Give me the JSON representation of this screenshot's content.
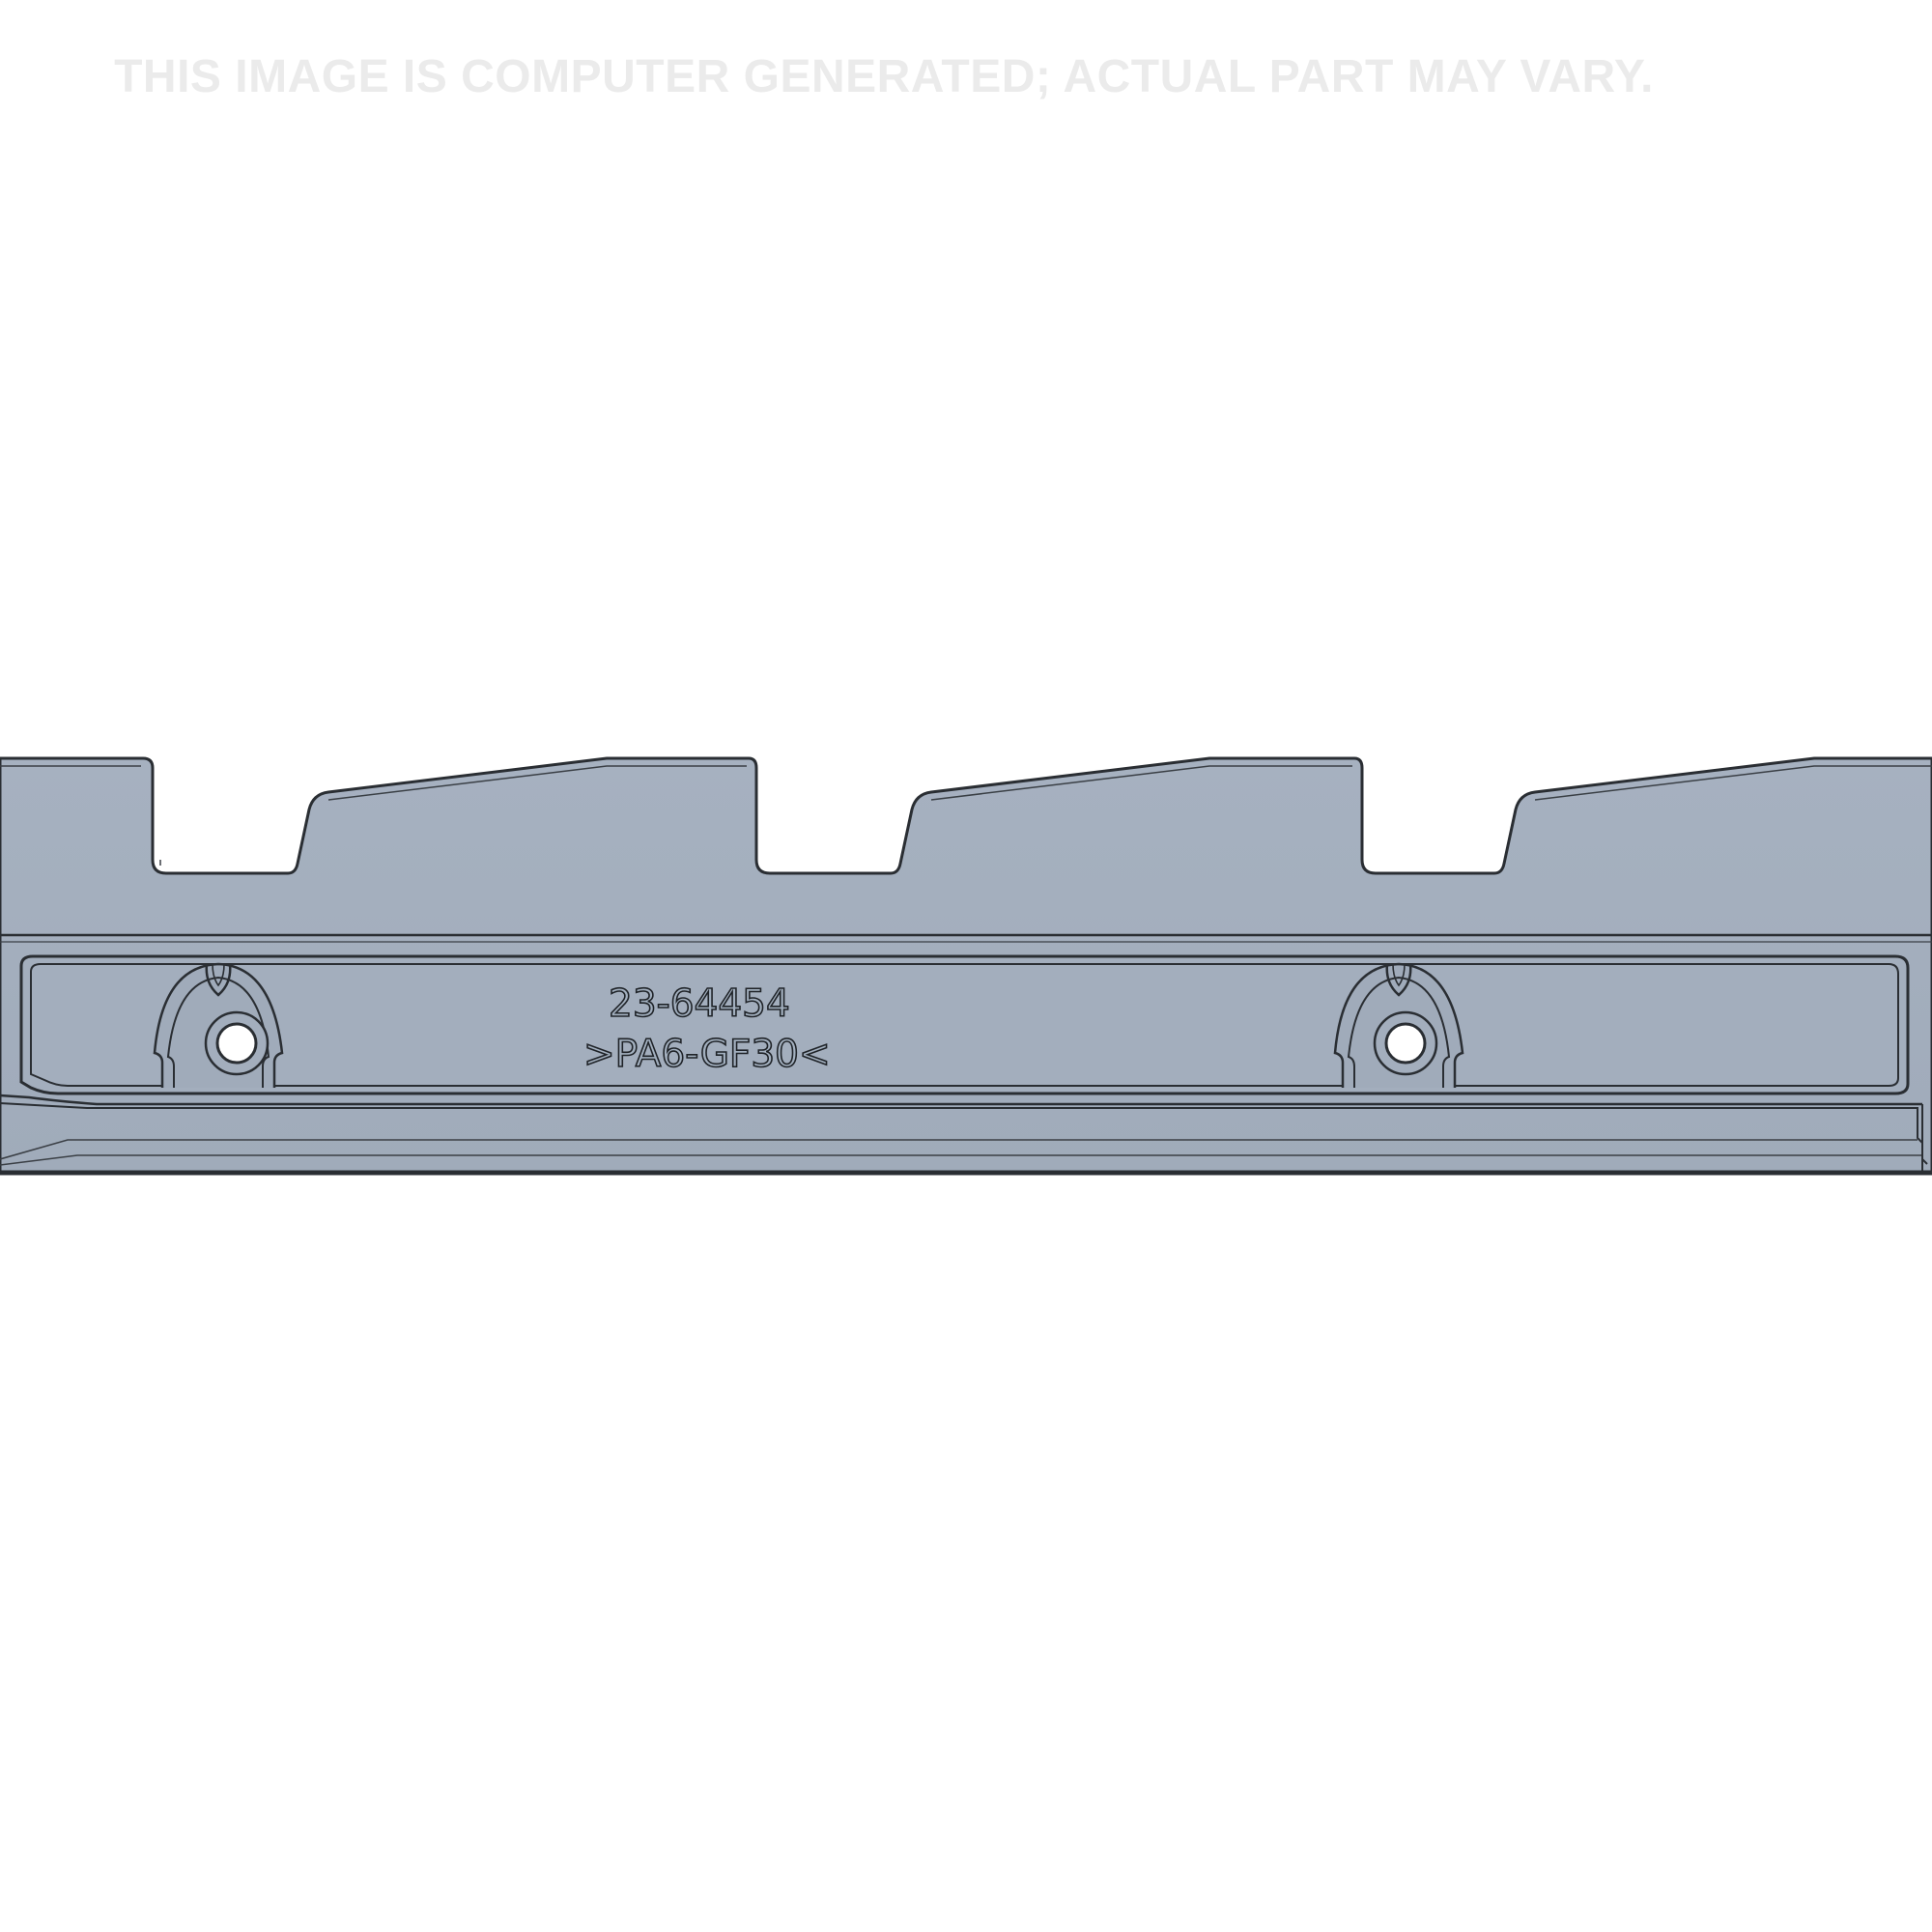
{
  "disclaimer": "THIS IMAGE IS COMPUTER GENERATED; ACTUAL PART MAY VARY.",
  "part": {
    "part_number": "23-64454",
    "material_marking": ">PA6-GF30<",
    "body_color": "#a3aebd",
    "outline_color": "#2a2e33",
    "hole_count": 2,
    "notch_count": 3
  }
}
